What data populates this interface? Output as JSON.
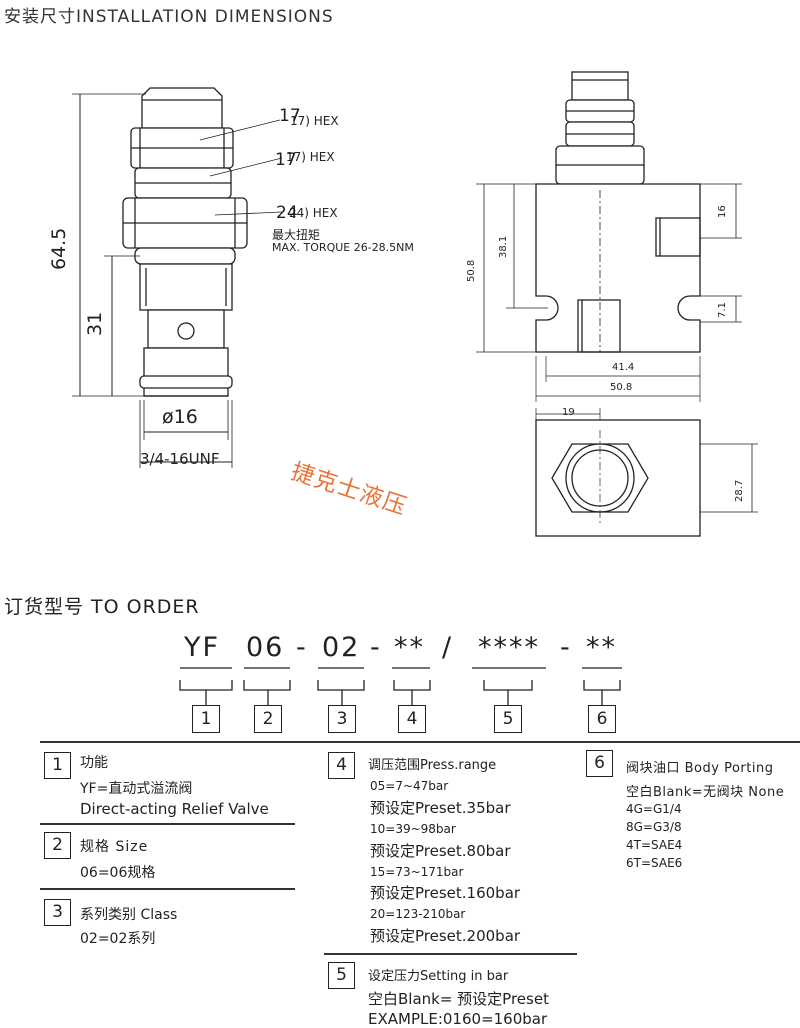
{
  "install_title": "安装尺寸INSTALLATION  DIMENSIONS",
  "order_title": "订货型号  TO ORDER",
  "watermark": "捷克士液压",
  "drawing_left": {
    "dim_overall": "64.5",
    "dim_thread_len": "31",
    "hex1_size": "17",
    "hex1_label": "17) HEX",
    "hex2_size": "17",
    "hex2_label": "17) HEX",
    "hex3_size": "24",
    "hex3_label": "24) HEX",
    "torque_cn": "最大扭矩",
    "torque_en": "MAX. TORQUE 26-28.5NM",
    "diameter": "ø16",
    "thread": "3/4-16UNF"
  },
  "drawing_right": {
    "dim_16": "16",
    "dim_38_1": "38.1",
    "dim_50_8_v": "50.8",
    "dim_7_1": "7.1",
    "dim_41_4": "41.4",
    "dim_50_8_h": "50.8",
    "dim_19": "19",
    "dim_28_7": "28.7"
  },
  "model_code": {
    "parts": [
      "YF",
      "06",
      "-",
      "02",
      "-",
      "**",
      "/",
      "****",
      "-",
      "**"
    ],
    "boxes": [
      "1",
      "2",
      "3",
      "4",
      "5",
      "6"
    ]
  },
  "legend": {
    "s1": {
      "num": "1",
      "title": "功能",
      "line1": "YF=直动式溢流阀",
      "line2": "Direct-acting Relief Valve"
    },
    "s2": {
      "num": "2",
      "title": "规格 Size",
      "line1": "06=06规格"
    },
    "s3": {
      "num": "3",
      "title": "系列类别 Class",
      "line1": "02=02系列"
    },
    "s4": {
      "num": "4",
      "title": "调压范围Press.range",
      "lines": [
        "05=7~47bar",
        "预设定Preset.35bar",
        "10=39~98bar",
        "预设定Preset.80bar",
        "15=73~171bar",
        "预设定Preset.160bar",
        "20=123-210bar",
        "预设定Preset.200bar"
      ]
    },
    "s5": {
      "num": "5",
      "title": "设定压力Setting in bar",
      "line1": "空白Blank= 预设定Preset",
      "line2": "EXAMPLE:0160=160bar"
    },
    "s6": {
      "num": "6",
      "title": "阀块油口 Body Porting",
      "line1": "空白Blank=无阀块  None",
      "lines": [
        "4G=G1/4",
        "8G=G3/8",
        "4T=SAE4",
        "6T=SAE6"
      ]
    }
  }
}
